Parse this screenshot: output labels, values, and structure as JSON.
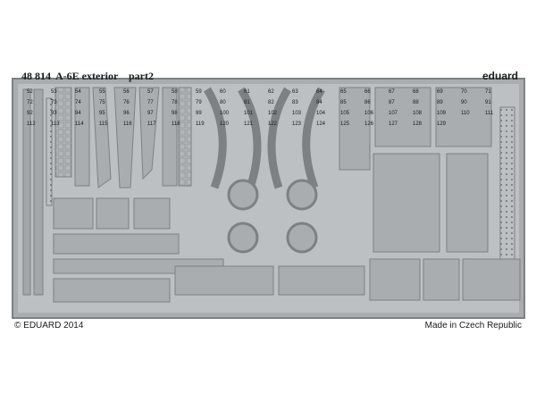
{
  "sheet": {
    "set_number": "48 814",
    "title": "A-6E exterior",
    "part": "part2",
    "brand": "eduard",
    "copyright": "© EDUARD 2014",
    "origin": "Made in Czech Republic"
  },
  "part_numbers": [
    "52",
    "53",
    "54",
    "55",
    "56",
    "57",
    "58",
    "59",
    "60",
    "61",
    "62",
    "63",
    "64",
    "65",
    "66",
    "67",
    "68",
    "69",
    "70",
    "71",
    "72",
    "73",
    "74",
    "75",
    "76",
    "77",
    "78",
    "79",
    "80",
    "81",
    "82",
    "83",
    "84",
    "85",
    "86",
    "87",
    "88",
    "89",
    "90",
    "91",
    "92",
    "93",
    "94",
    "95",
    "96",
    "97",
    "98",
    "99",
    "100",
    "101",
    "102",
    "103",
    "104",
    "105",
    "106",
    "107",
    "108",
    "109",
    "110",
    "111",
    "112",
    "113",
    "114",
    "115",
    "116",
    "117",
    "118",
    "119",
    "120",
    "121",
    "122",
    "123",
    "124",
    "125",
    "126",
    "127",
    "128",
    "129"
  ],
  "colors": {
    "metal": "#a9adb0",
    "metal_dark": "#7d8184",
    "metal_light": "#cdd0d2",
    "ink": "#1a1a1a"
  }
}
